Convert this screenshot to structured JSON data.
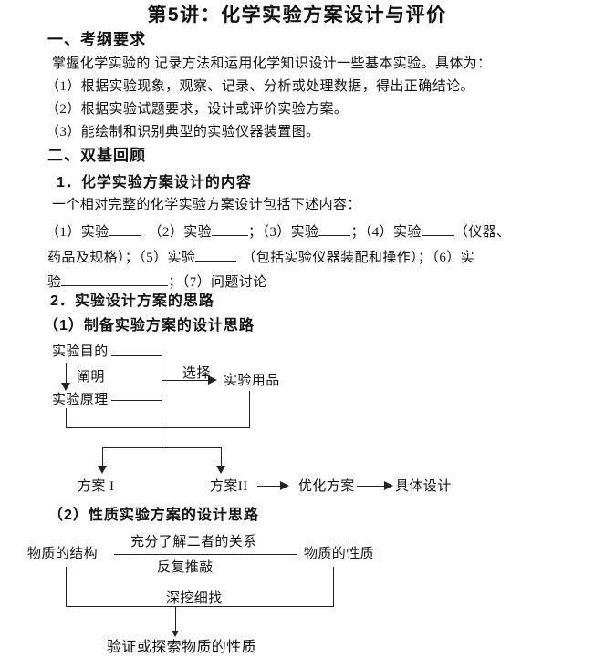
{
  "colors": {
    "background": "#ffffff",
    "text": "#111111",
    "line": "#222222"
  },
  "title": "第5讲：化学实验方案设计与评价",
  "outline": {
    "heading": "一、考纲要求",
    "intro": "掌握化学实验的 记录方法和运用化学知识设计一些基本实验。具体为：",
    "item1": "（1）根据实验现象，观察、记录、分析或处理数据，得出正确结论。",
    "item2": "（2）根据实验试题要求，设计或评价实验方案。",
    "item3": "（3）能绘制和识别典型的实验仪器装置图。"
  },
  "review": {
    "heading": "二、双基回顾",
    "content": {
      "heading": "1．化学实验方案设计的内容",
      "intro": "一个相对完整的化学实验方案设计包括下述内容：",
      "fill_line1": {
        "seg1": "（1）实验",
        "seg2": "（2）实验",
        "seg3": "；（3）实验",
        "seg4": "；（4）实验",
        "seg5": "（仪器、"
      },
      "fill_line2": {
        "seg1": "药品及规格）；（5）实验",
        "seg2": "（包括实验仪器装配和操作）；（6）实"
      },
      "fill_line3": {
        "seg1": "验",
        "seg2": "；（7）问题讨论"
      }
    },
    "approach": {
      "heading": "2．实验设计方案的思路",
      "prep_heading": "（1）制备实验方案的设计思路",
      "property_heading": "（2）性质实验方案的设计思路"
    }
  },
  "diagram_prep": {
    "goal": "实验目的",
    "clarify": "阐明",
    "principle": "实验原理",
    "select": "选择",
    "supplies": "实验用品",
    "plan1": "方案 I",
    "plan2": "方案II",
    "optimize": "优化方案",
    "design": "具体设计"
  },
  "diagram_property": {
    "structure": "物质的结构",
    "relation_top": "充分了解二者的关系",
    "relation_bottom": "反复推敲",
    "property": "物质的性质",
    "dig": "深挖细找",
    "result": "验证或探索物质的性质"
  }
}
